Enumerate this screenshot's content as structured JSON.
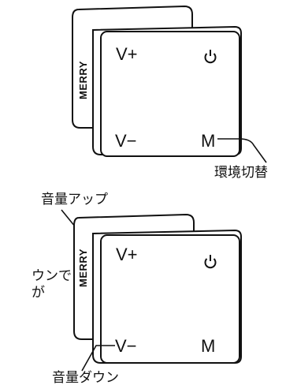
{
  "diagram_top": {
    "brand": "MERRY",
    "button_volume_up": "V+",
    "button_volume_down": "V−",
    "button_mode": "M",
    "power_icon": "power-icon",
    "callout_mode": "環境切替"
  },
  "diagram_bottom": {
    "brand": "MERRY",
    "button_volume_up": "V+",
    "button_volume_down": "V−",
    "button_mode": "M",
    "power_icon": "power-icon",
    "callout_volume_up": "音量アップ",
    "callout_volume_down": "音量ダウン"
  },
  "cut_text": {
    "line1": "ウンで",
    "line2": "が"
  }
}
